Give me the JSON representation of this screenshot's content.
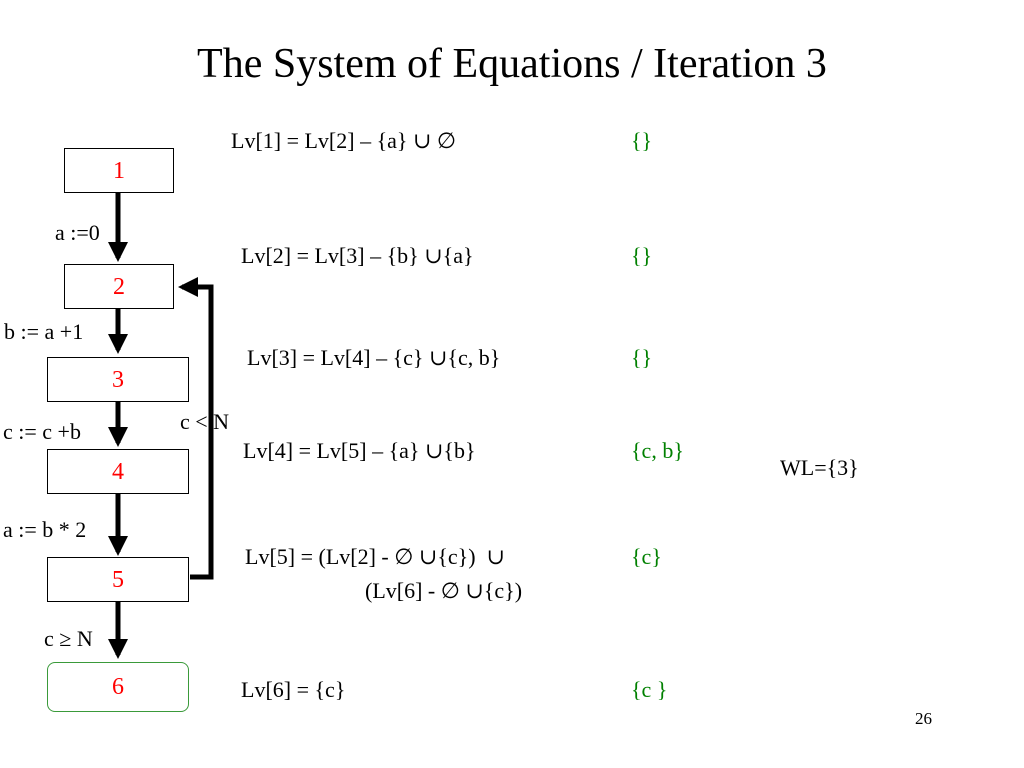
{
  "title": "The System of Equations / Iteration 3",
  "nodes": [
    "1",
    "2",
    "3",
    "4",
    "5",
    "6"
  ],
  "edge_labels": {
    "e12": "a :=0",
    "e23": "b := a +1",
    "e34": "c := c +b",
    "e45": "a := b * 2",
    "e56": "c ≥ N",
    "back": "c < N"
  },
  "equations": [
    {
      "lines": [
        "Lv[1] = Lv[2] – {a} ∪ ∅"
      ],
      "value": "{}"
    },
    {
      "lines": [
        "Lv[2] = Lv[3] – {b} ∪{a}"
      ],
      "value": "{}"
    },
    {
      "lines": [
        "Lv[3] = Lv[4] – {c} ∪{c, b}"
      ],
      "value": "{}"
    },
    {
      "lines": [
        "Lv[4] = Lv[5] – {a} ∪{b}"
      ],
      "value": "{c, b}"
    },
    {
      "lines": [
        "Lv[5] = (Lv[2] - ∅ ∪{c})  ∪",
        "(Lv[6] - ∅ ∪{c})"
      ],
      "value": "{c}"
    },
    {
      "lines": [
        "Lv[6] = {c}"
      ],
      "value": "{c }"
    }
  ],
  "worklist": "WL={3}",
  "page_number": "26",
  "colors": {
    "node_label": "#ff0000",
    "value_text": "#008000",
    "final_node_border": "#3a9a3a"
  }
}
